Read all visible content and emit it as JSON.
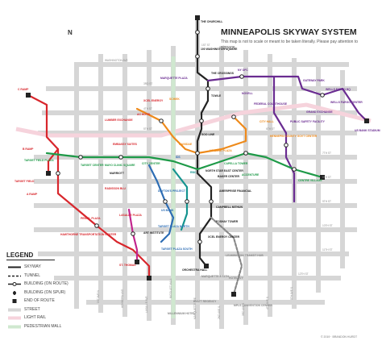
{
  "header": {
    "title": "MINNEAPOLIS SKYWAY SYSTEM",
    "subtitle": "This map is not to scale or meant to be taken literally. Please pay attention to signage.",
    "north_label": "N"
  },
  "legend": {
    "heading": "LEGEND",
    "items": [
      {
        "label": "SKYWAY",
        "symbol": "skyway"
      },
      {
        "label": "TUNNEL",
        "symbol": "tunnel"
      },
      {
        "label": "BUILDING (ON ROUTE)",
        "symbol": "building-on-route"
      },
      {
        "label": "BUILDING (ON SPUR)",
        "symbol": "building-on-spur"
      },
      {
        "label": "END OF ROUTE",
        "symbol": "end-of-route"
      },
      {
        "label": "STREET",
        "symbol": "street"
      },
      {
        "label": "LIGHT RAIL",
        "symbol": "light-rail"
      },
      {
        "label": "PEDESTRIAN MALL",
        "symbol": "pedestrian-mall"
      }
    ]
  },
  "copyright": "© 2019 · BRANDON HURDT",
  "colors": {
    "street": "#d6d6d6",
    "light_rail": "#f6d3dc",
    "pedestrian_mall": "#cfe8cf",
    "line_black": "#222222",
    "line_purple": "#6a2c91",
    "line_red": "#d8262c",
    "line_green": "#1e9a48",
    "line_blue": "#2d6db4",
    "line_teal": "#14948f",
    "line_orange": "#ee8a1b",
    "line_magenta": "#c2258d",
    "line_gray": "#888888"
  },
  "street_labels": [
    {
      "text": "1ST ST"
    },
    {
      "text": "WASHINGTON AVE"
    },
    {
      "text": "3RD ST"
    },
    {
      "text": "4TH ST"
    },
    {
      "text": "5TH ST"
    },
    {
      "text": "6TH ST"
    },
    {
      "text": "7TH ST"
    },
    {
      "text": "8TH ST"
    },
    {
      "text": "9TH ST"
    },
    {
      "text": "10TH ST"
    },
    {
      "text": "11TH ST"
    },
    {
      "text": "12TH ST"
    },
    {
      "text": "NICOLLET MALL"
    },
    {
      "text": "MARQUETTE AVE"
    },
    {
      "text": "2ND AVE S"
    },
    {
      "text": "3RD AVE S"
    },
    {
      "text": "4TH AVE S"
    },
    {
      "text": "5TH AVE S"
    },
    {
      "text": "HENNEPIN AVE"
    },
    {
      "text": "1ST AVE N"
    },
    {
      "text": "LASALLE AVE"
    }
  ],
  "places": [
    {
      "text": "THE CHURCHILL"
    },
    {
      "text": "100 WASHINGTON SQUARE"
    },
    {
      "text": "MARQUETTE PLAZA"
    },
    {
      "text": "THE CROSSINGS"
    },
    {
      "text": "NY OFC"
    },
    {
      "text": "GATEWAY PARK"
    },
    {
      "text": "WELLS FARGO HQ"
    },
    {
      "text": "WELLS FARGO CENTER"
    },
    {
      "text": "US BANK STADIUM"
    },
    {
      "text": "C RAMP"
    },
    {
      "text": "LUMBER EXCHANGE"
    },
    {
      "text": "XCEL ENERGY"
    },
    {
      "text": "AC HOTEL"
    },
    {
      "text": "SCHIEK"
    },
    {
      "text": "TOWLE"
    },
    {
      "text": "NOVELL"
    },
    {
      "text": "FEDERAL COURTHOUSE"
    },
    {
      "text": "GRAND EXCHANGE"
    },
    {
      "text": "CITY HALL"
    },
    {
      "text": "PUBLIC SAFETY FACILITY"
    },
    {
      "text": "HENNEPIN COUNTY GOVT CENTER"
    },
    {
      "text": "B RAMP"
    },
    {
      "text": "A RAMP"
    },
    {
      "text": "TARGET FIELD PLAZA"
    },
    {
      "text": "TARGET FIELD"
    },
    {
      "text": "TARGET CENTER"
    },
    {
      "text": "MAYO CLINIC SQUARE"
    },
    {
      "text": "EMBASSY SUITES"
    },
    {
      "text": "SOO LINE"
    },
    {
      "text": "CITY CENTER"
    },
    {
      "text": "MARRIOTT"
    },
    {
      "text": "IDS"
    },
    {
      "text": "GAVIIDAE"
    },
    {
      "text": "US BANK PLAZA"
    },
    {
      "text": "CAPELLA TOWER"
    },
    {
      "text": "NORTH STAR EAST CENTER"
    },
    {
      "text": "BAKER CENTER"
    },
    {
      "text": "ACCENTURE"
    },
    {
      "text": "CENTRE VILLAGE"
    },
    {
      "text": "AMERIPRISE FINANCIAL"
    },
    {
      "text": "CAMPBELL MITHUN"
    },
    {
      "text": "RBC"
    },
    {
      "text": "DAYTON'S PROJECT"
    },
    {
      "text": "RADISSON BLU"
    },
    {
      "text": "US BANK"
    },
    {
      "text": "LASALLE PLAZA"
    },
    {
      "text": "FOSHAY TOWER"
    },
    {
      "text": "XCEL ENERGY CENTER"
    },
    {
      "text": "HAWTHORNE TRANSPORTATION CENTER"
    },
    {
      "text": "ART INSTITUTE"
    },
    {
      "text": "PENCIL PLAZA"
    },
    {
      "text": "TARGET PLAZA NORTH"
    },
    {
      "text": "TARGET PLAZA SOUTH"
    },
    {
      "text": "ST. THOMAS"
    },
    {
      "text": "ORCHESTRA HALL"
    },
    {
      "text": "LEAMINGTON TRANSIT HUB"
    },
    {
      "text": "HOTEL IVY"
    },
    {
      "text": "MARQUETTE & 11TH"
    },
    {
      "text": "HYATT REGENCY"
    },
    {
      "text": "MILLENNIUM HOTEL"
    },
    {
      "text": "MPLS CONVENTION CENTER"
    }
  ]
}
